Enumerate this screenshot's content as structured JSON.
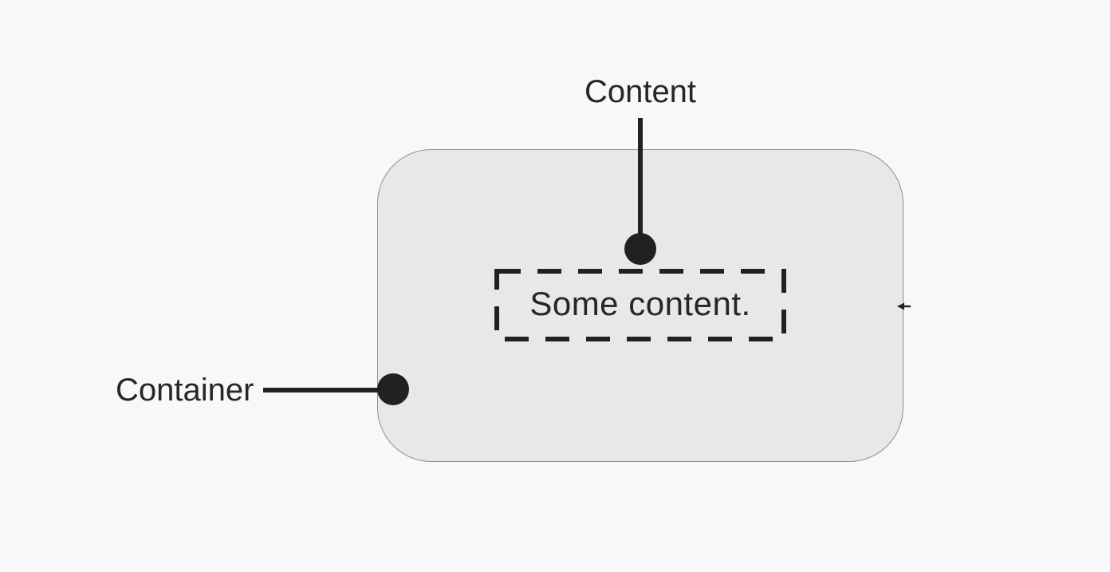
{
  "diagram": {
    "labels": {
      "content": "Content",
      "container": "Container"
    },
    "content_box": {
      "text": "Some content."
    },
    "colors": {
      "page_bg": "#f7f8fa",
      "container_fill": "#e8e8e8",
      "container_border": "#8f8f8f",
      "ink": "#212121",
      "text": "#262626"
    }
  }
}
